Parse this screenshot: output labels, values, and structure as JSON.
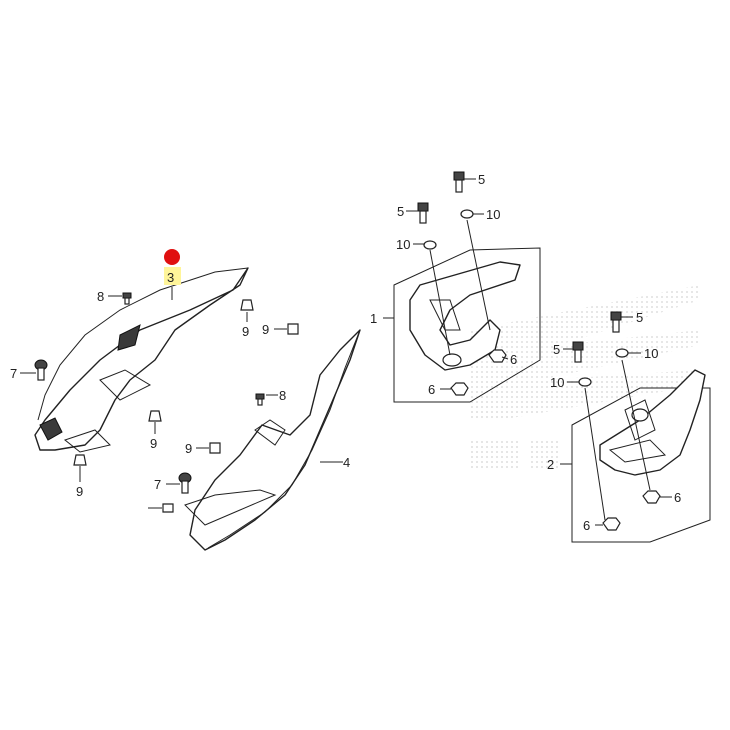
{
  "callouts": {
    "c1": "1",
    "c2": "2",
    "c3": "3",
    "c4": "4",
    "c5a": "5",
    "c5b": "5",
    "c5c": "5",
    "c5d": "5",
    "c6a": "6",
    "c6b": "6",
    "c6c": "6",
    "c6d": "6",
    "c7a": "7",
    "c7b": "7",
    "c8a": "8",
    "c8b": "8",
    "c9a": "9",
    "c9b": "9",
    "c9c": "9",
    "c9d": "9",
    "c9e": "9",
    "c10a": "10",
    "c10b": "10",
    "c10c": "10",
    "c10d": "10"
  },
  "colors": {
    "marker": "#e01010",
    "highlight": "#fff59a",
    "watermark": "#d8d8d8",
    "line": "#222222"
  }
}
